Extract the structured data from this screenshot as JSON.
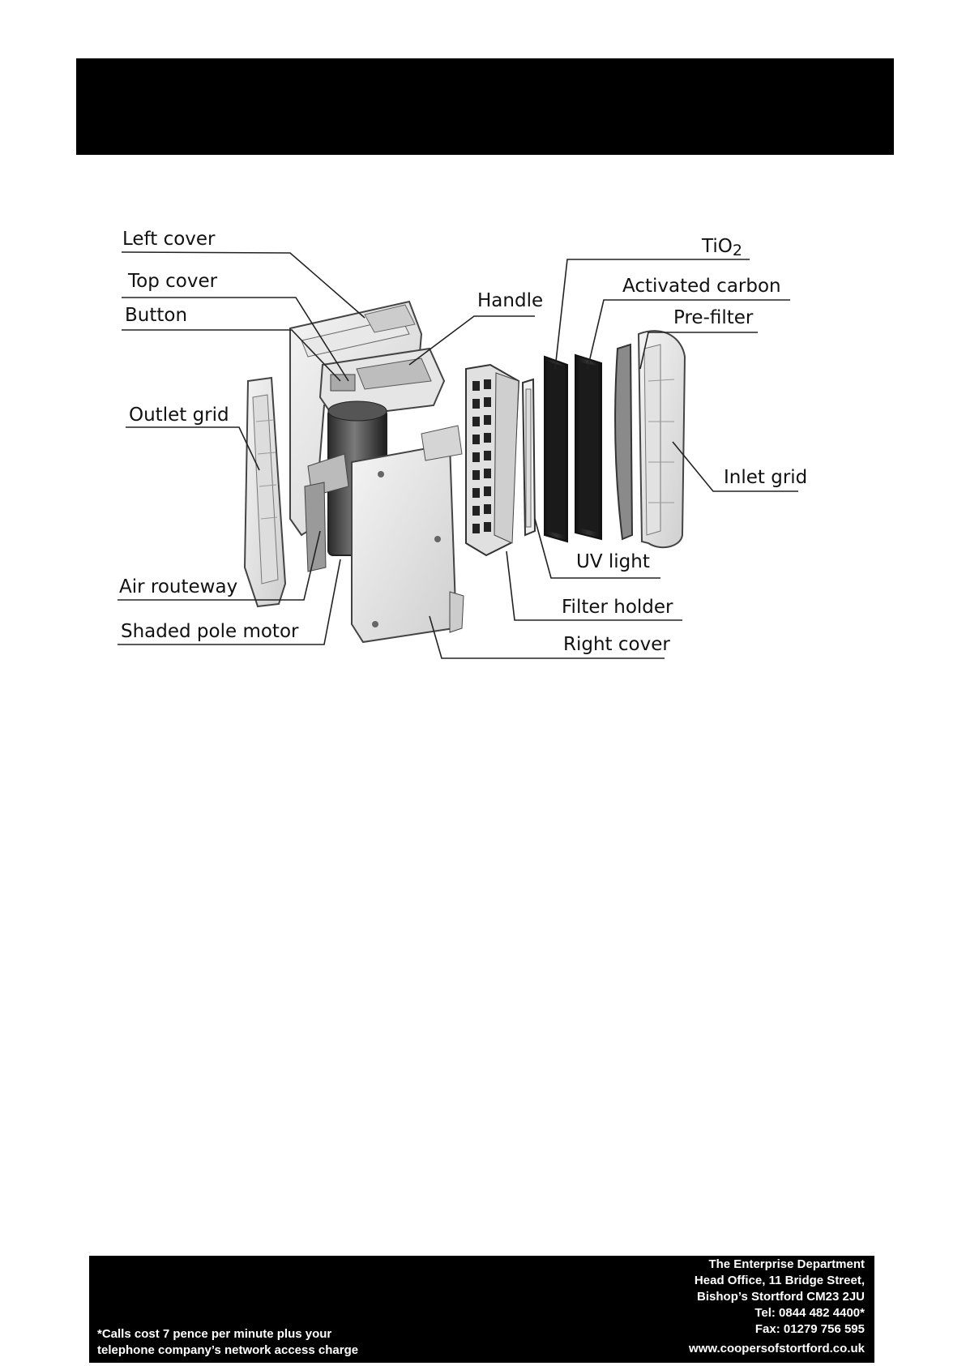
{
  "diagram_labels": {
    "left_cover": "Left cover",
    "top_cover": "Top cover",
    "button": "Button",
    "outlet_grid": "Outlet grid",
    "air_routeway": "Air routeway",
    "shaded_pole_motor": "Shaded pole motor",
    "handle": "Handle",
    "tio2_main": "TiO",
    "tio2_sub": "2",
    "activated_carbon": "Activated carbon",
    "pre_filter": "Pre-filter",
    "inlet_grid": "Inlet grid",
    "uv_light": "UV light",
    "filter_holder": "Filter holder",
    "right_cover": "Right cover"
  },
  "footer": {
    "address_lines": [
      "The Enterprise Department",
      "Head Office, 11 Bridge Street,",
      "Bishop’s Stortford  CM23 2JU",
      "Tel: 0844 482 4400*",
      "Fax: 01279 756 595",
      "www.coopersofstortford.co.uk"
    ],
    "call_note_lines": [
      "*Calls cost 7 pence per minute plus your",
      "telephone company’s  network access charge"
    ]
  }
}
